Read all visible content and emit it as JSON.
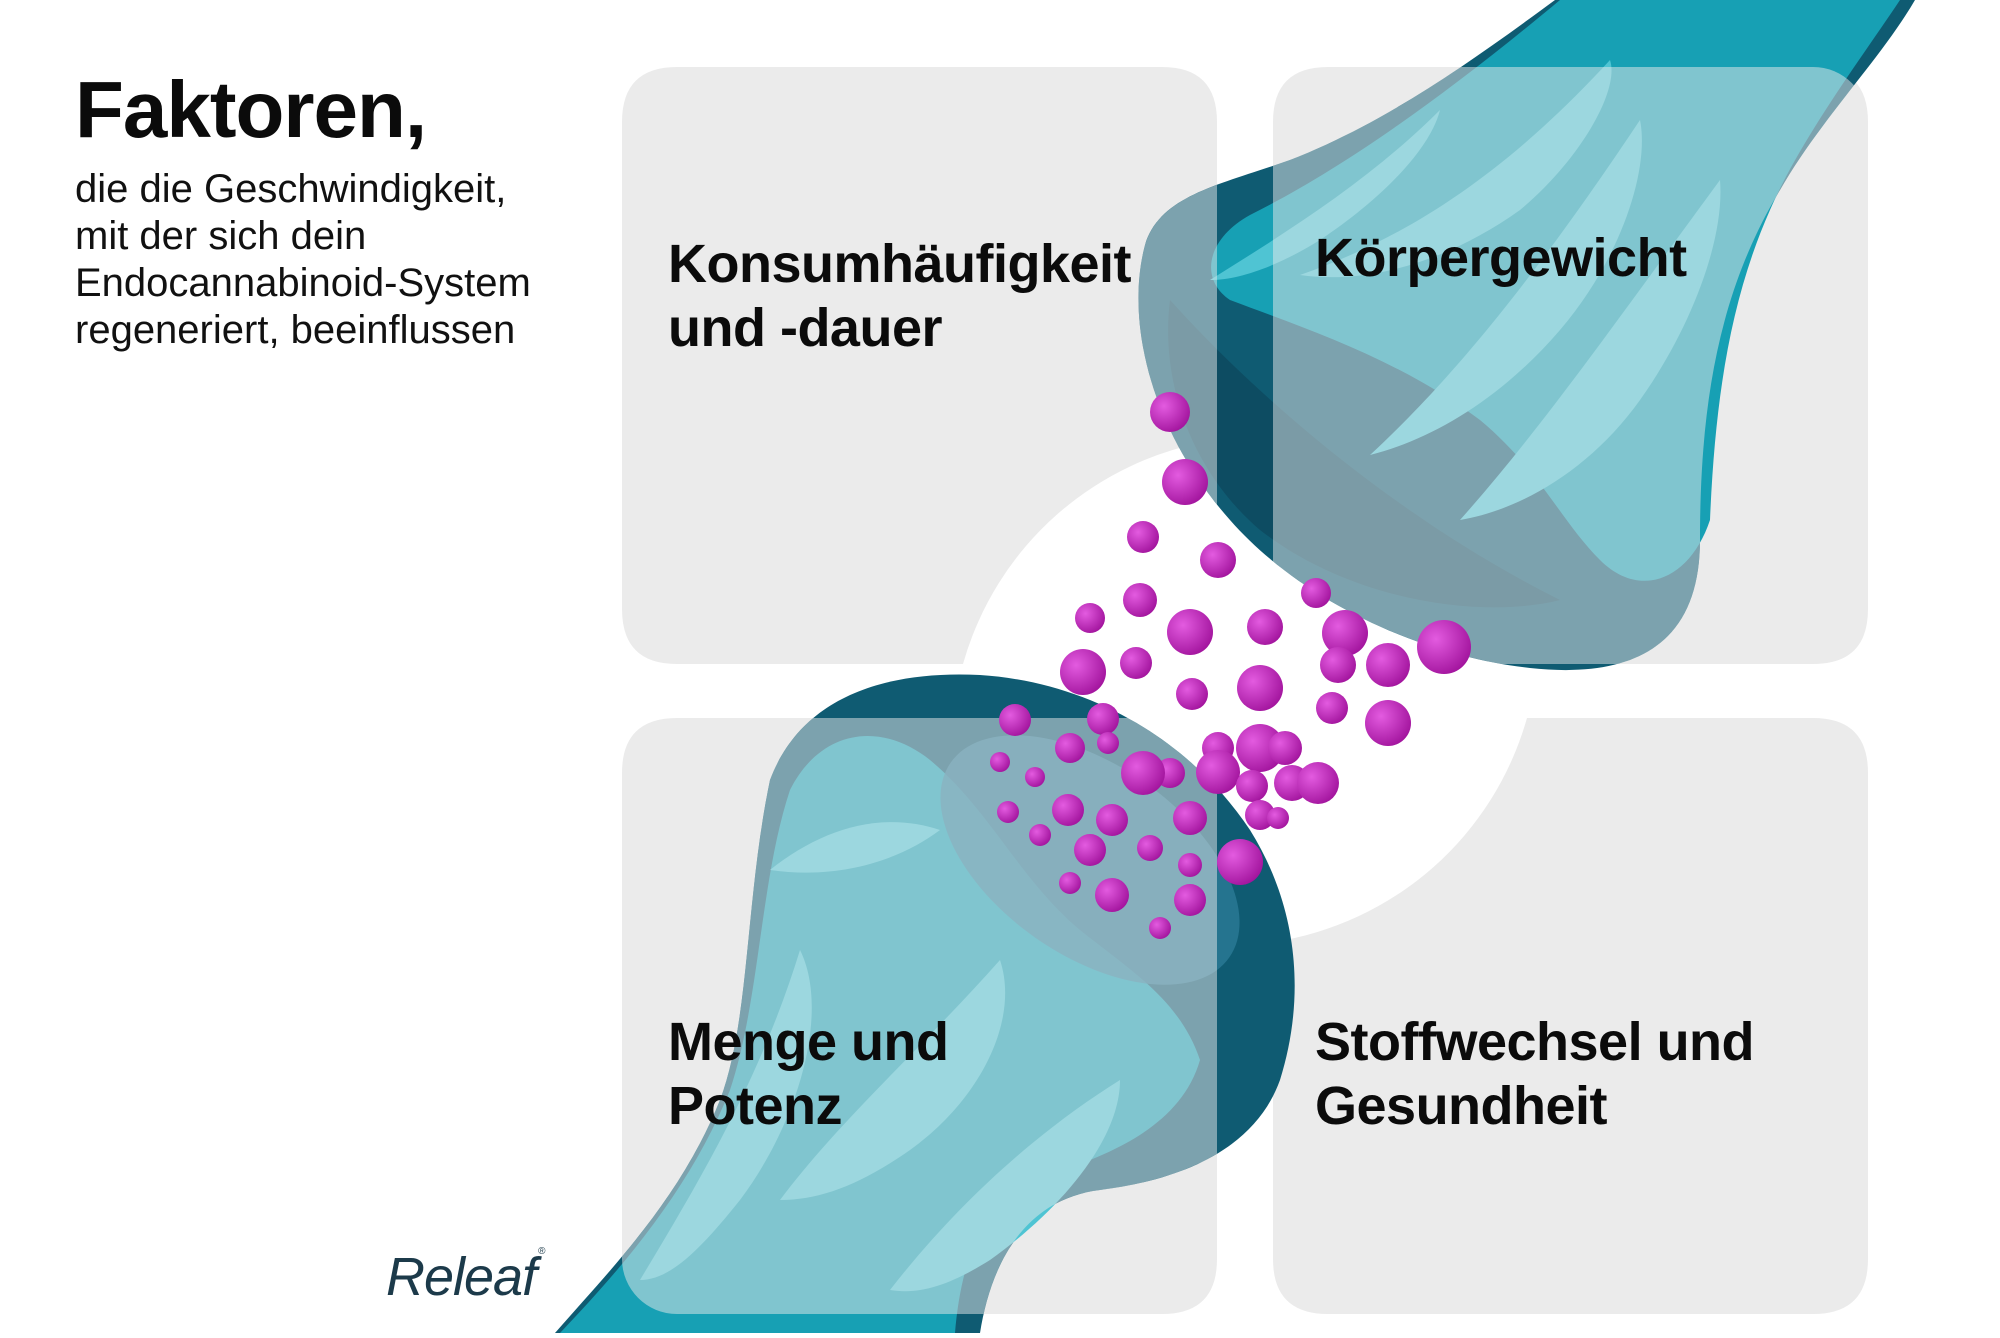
{
  "heading": "Faktoren,",
  "subheading": [
    "die die Geschwindigkeit,",
    "mit der sich dein",
    "Endocannabinoid-System",
    "regeneriert, beeinflussen"
  ],
  "factors": {
    "top_left": [
      "Konsumhäufigkeit",
      "und -dauer"
    ],
    "top_right": [
      "Körpergewicht"
    ],
    "bottom_left": [
      "Menge und",
      "Potenz"
    ],
    "bottom_right": [
      "Stoffwechsel und",
      "Gesundheit"
    ]
  },
  "logo": {
    "text": "Releaf",
    "mark": "®"
  },
  "colors": {
    "panel": "#ebebeb",
    "neuron_dark": "#0f5b72",
    "neuron_mid": "#17a0b4",
    "neuron_light": "#4fc4d3",
    "overlay": "#5d7f8c",
    "dots": "#c21fb8",
    "text": "#0b0b0b",
    "logo": "#1c3a4a"
  }
}
